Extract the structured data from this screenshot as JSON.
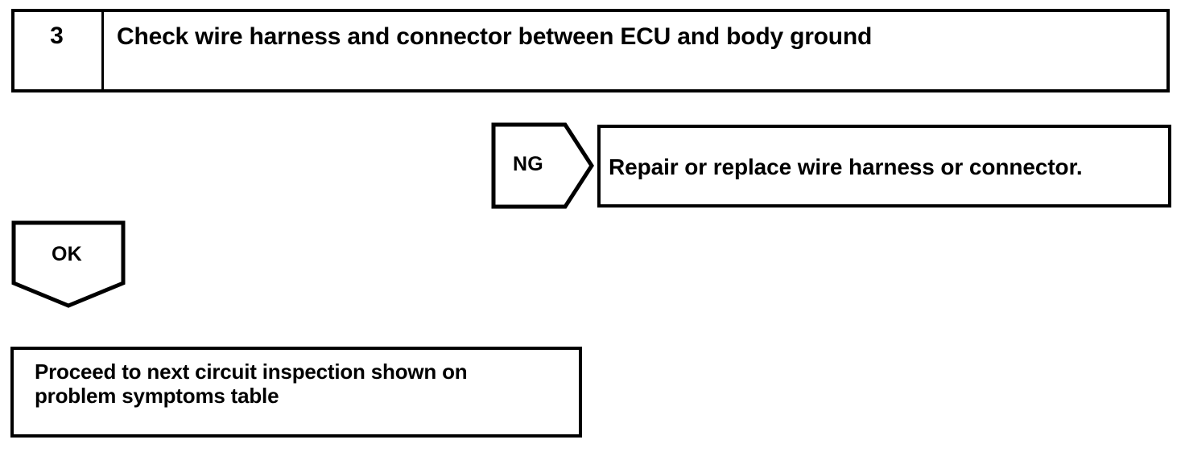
{
  "document": {
    "type": "troubleshooting-flowchart",
    "ink_color": "#000000",
    "page_color": "#ffffff"
  },
  "step": {
    "number": "3",
    "title": "Check wire harness and connector between ECU and body ground"
  },
  "branches": {
    "ng": {
      "label": "NG",
      "result_text": "Repair or replace wire harness or connector."
    },
    "ok": {
      "label": "OK",
      "result_line_1": "Proceed to next circuit inspection shown on",
      "result_line_2": "problem symptoms table"
    }
  }
}
